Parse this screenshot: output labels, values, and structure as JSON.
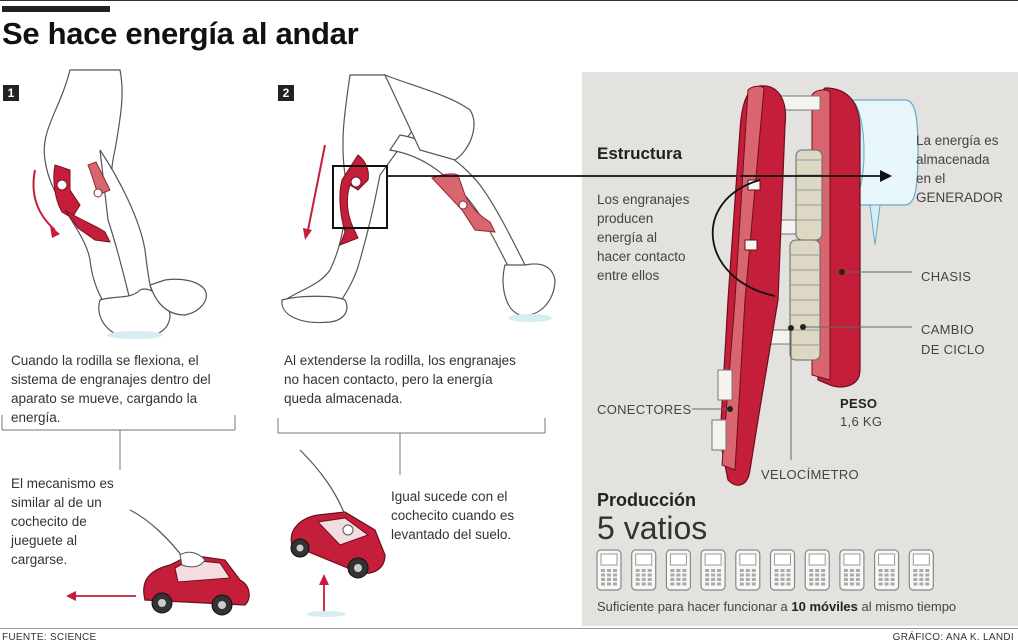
{
  "title": "Se hace energía al andar",
  "steps": [
    {
      "number": "1",
      "text_lines": [
        "Cuando la rodilla se flexiona, el",
        "sistema de engranajes dentro del",
        "aparato se mueve, cargando la",
        "energía."
      ]
    },
    {
      "number": "2",
      "text_lines": [
        "Al extenderse la rodilla, los engranajes",
        "no hacen contacto, pero la energía",
        "queda almacenada."
      ]
    }
  ],
  "car_notes": [
    {
      "text_lines": [
        "El mecanismo es",
        "similar al de un",
        "cochecito de",
        "jueguete al",
        "cargarse."
      ]
    },
    {
      "text_lines": [
        "Igual sucede con el",
        "cochecito cuando es",
        "levantado del suelo."
      ]
    }
  ],
  "estructura": {
    "heading": "Estructura",
    "gears_note_lines": [
      "Los engranajes",
      "producen",
      "energía al",
      "hacer contacto",
      "entre ellos"
    ],
    "generator_note_lines": [
      "La energía es",
      "almacenada",
      "en el",
      "GENERADOR"
    ],
    "labels": {
      "chasis": "CHASIS",
      "cambio_line1": "CAMBIO",
      "cambio_line2": "DE CICLO",
      "conectores": "CONECTORES",
      "velocimetro": "VELOCÍMETRO",
      "peso_title": "PESO",
      "peso_value": "1,6 KG"
    }
  },
  "produccion": {
    "heading": "Producción",
    "value": "5 vatios",
    "phone_count": 10,
    "caption_pre": "Suficiente para hacer funcionar a ",
    "caption_bold": "10 móviles",
    "caption_post": " al mismo tiempo"
  },
  "footer": {
    "source": "FUENTE: SCIENCE",
    "credit": "GRÁFICO: ANA K. LANDI"
  },
  "colors": {
    "device_red": "#c41e3a",
    "device_pink": "#d9666e",
    "panel_bg": "#e3e2de",
    "generator_blue": "#e6f6fb"
  }
}
